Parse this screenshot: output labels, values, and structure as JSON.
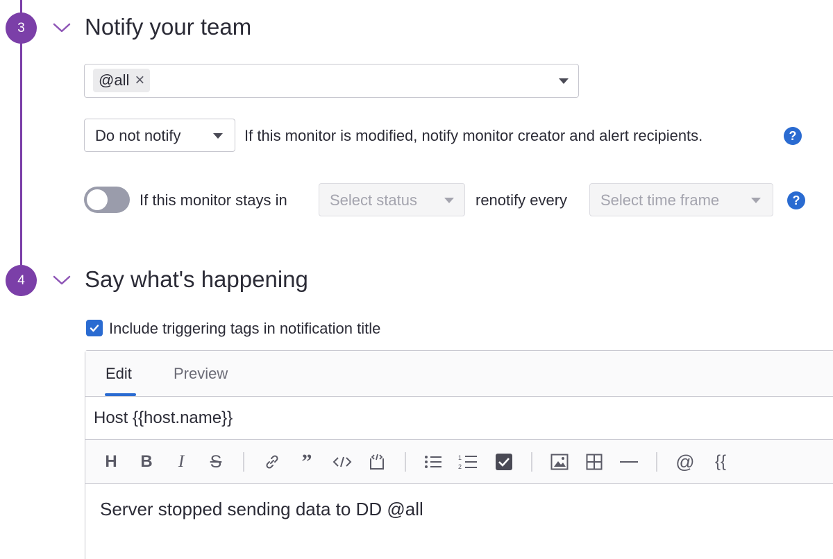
{
  "steps": [
    {
      "number": "3",
      "title": "Notify your team"
    },
    {
      "number": "4",
      "title": "Say what's happening"
    }
  ],
  "recipients": {
    "chips": [
      "@all"
    ]
  },
  "modify_notify": {
    "select_value": "Do not notify",
    "description": "If this monitor is modified, notify monitor creator and alert recipients."
  },
  "renotify": {
    "toggle_on": false,
    "label_prefix": "If this monitor stays in",
    "status_placeholder": "Select status",
    "label_middle": "renotify every",
    "timeframe_placeholder": "Select time frame"
  },
  "include_tags": {
    "checked": true,
    "label": "Include triggering tags in notification title"
  },
  "editor": {
    "tabs": [
      "Edit",
      "Preview"
    ],
    "active_tab": "Edit",
    "title_value": "Host {{host.name}}",
    "body_value": "Server stopped sending data to DD @all",
    "toolbar_icons": [
      "heading-icon",
      "bold-icon",
      "italic-icon",
      "strikethrough-icon",
      "link-icon",
      "quote-icon",
      "code-icon",
      "code-block-icon",
      "bullet-list-icon",
      "numbered-list-icon",
      "checklist-icon",
      "image-icon",
      "table-icon",
      "horizontal-rule-icon",
      "mention-icon",
      "template-variable-icon"
    ]
  },
  "colors": {
    "accent_purple": "#7b3fa8",
    "link_blue": "#2a6bd1"
  }
}
